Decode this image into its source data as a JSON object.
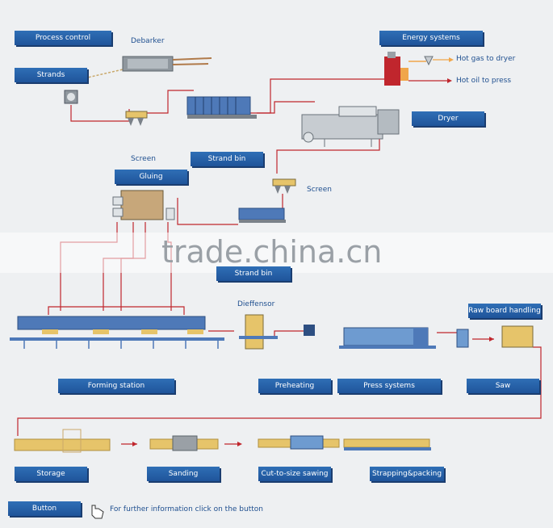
{
  "buttons": {
    "process_control": "Process control",
    "strands": "Strands",
    "energy_systems": "Energy systems",
    "dryer": "Dryer",
    "strand_bin_1": "Strand bin",
    "gluing": "Gluing",
    "strand_bin_2": "Strand bin",
    "raw_board_handling": "Raw board handling",
    "forming_station": "Forming station",
    "preheating": "Preheating",
    "press_systems": "Press systems",
    "saw": "Saw",
    "storage": "Storage",
    "sanding": "Sanding",
    "cut_to_size_sawing": "Cut-to-size sawing",
    "strapping_packing": "Strapping&packing",
    "button": "Button"
  },
  "labels": {
    "debarker": "Debarker",
    "hot_gas": "Hot gas to dryer",
    "hot_oil": "Hot oil to press",
    "screen_1": "Screen",
    "screen_2": "Screen",
    "dieffensor": "Dieffensor"
  },
  "footer": {
    "info": "For further information click on the button"
  },
  "watermark": "trade.china.cn",
  "colors": {
    "button": "#2563a8",
    "line": "#c0262d",
    "background": "#eef0f2",
    "label": "#1f4f8f"
  }
}
